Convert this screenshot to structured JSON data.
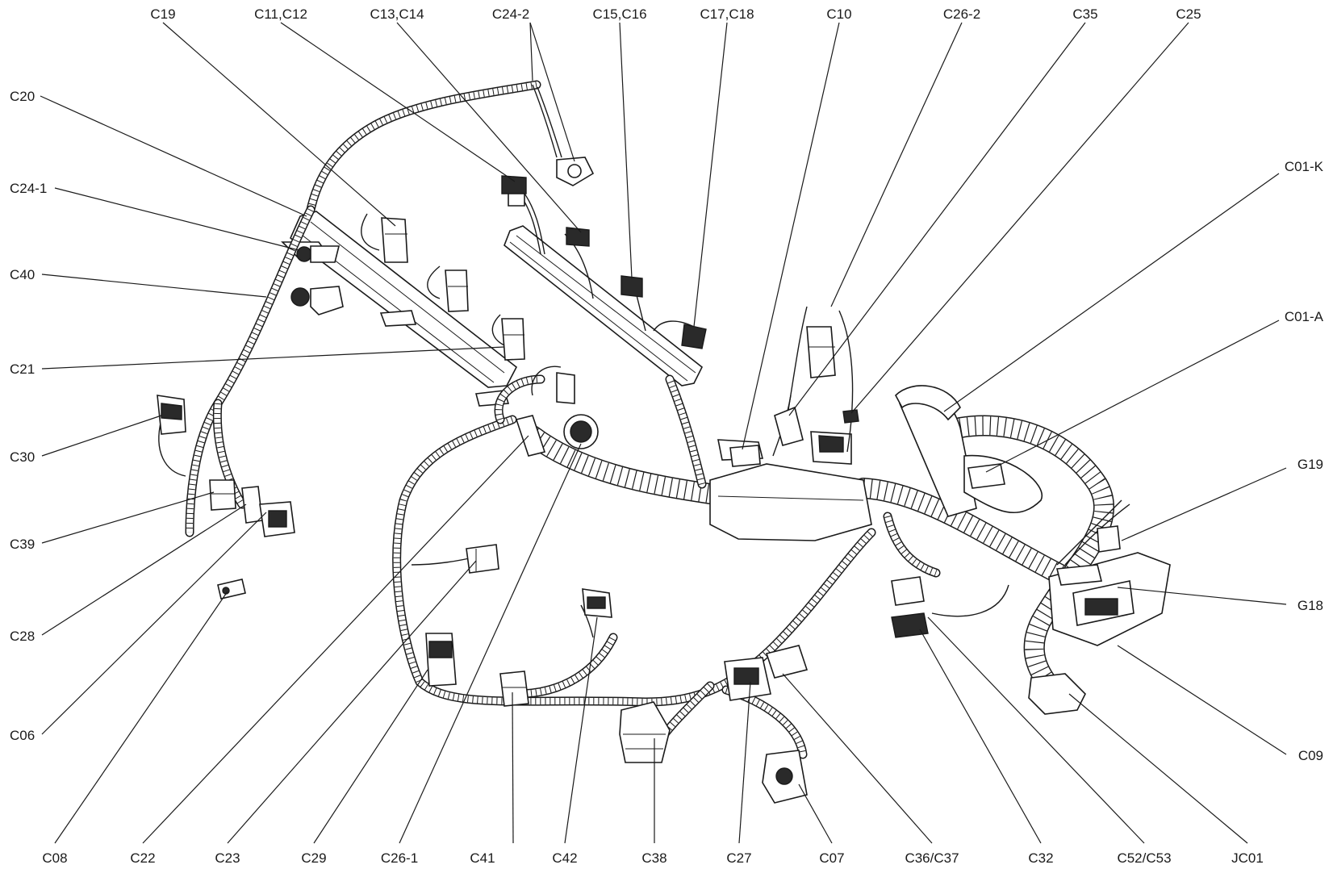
{
  "labels": {
    "c19": "C19",
    "c11_c12": "C11,C12",
    "c13_c14": "C13,C14",
    "c24_2": "C24-2",
    "c15_c16": "C15,C16",
    "c17_c18": "C17,C18",
    "c10": "C10",
    "c26_2": "C26-2",
    "c35": "C35",
    "c25": "C25",
    "c20": "C20",
    "c24_1": "C24-1",
    "c40": "C40",
    "c21": "C21",
    "c30": "C30",
    "c39": "C39",
    "c28": "C28",
    "c06": "C06",
    "c01_k": "C01-K",
    "c01_a": "C01-A",
    "g19": "G19",
    "g18": "G18",
    "c09": "C09",
    "c08": "C08",
    "c22": "C22",
    "c23": "C23",
    "c29": "C29",
    "c26_1": "C26-1",
    "c41": "C41",
    "c42": "C42",
    "c38": "C38",
    "c27": "C27",
    "c07": "C07",
    "c36_c37": "C36/C37",
    "c32": "C32",
    "c52_c53": "C52/C53",
    "jc01": "JC01"
  }
}
